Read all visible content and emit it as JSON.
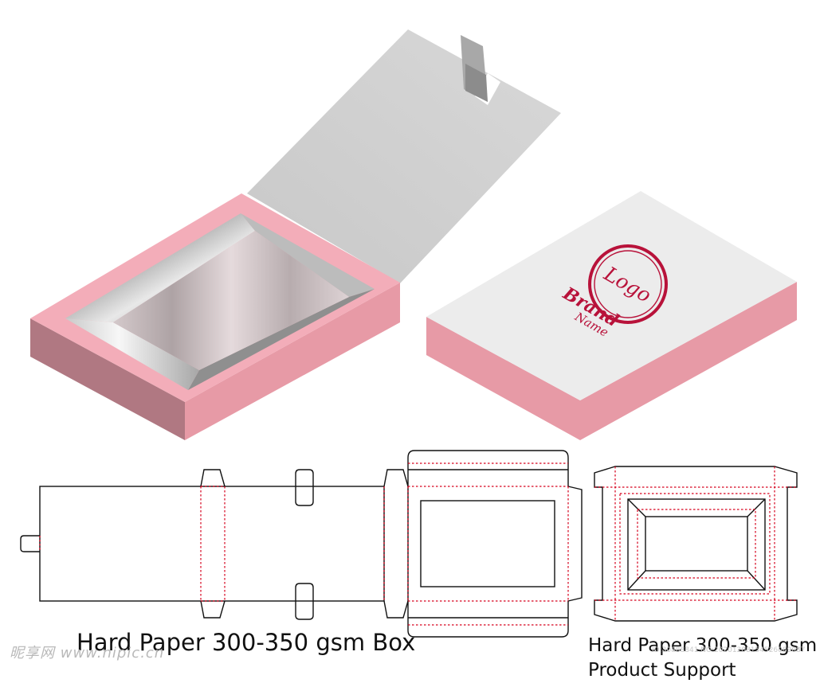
{
  "captions": {
    "box_dieline": "Hard Paper 300-350 gsm Box",
    "insert_line1": "Hard Paper 300-350 gsm",
    "insert_line2": "Product Support"
  },
  "lid_print": {
    "logo": "Logo",
    "brand_line1": "Brand",
    "brand_line2": "Name"
  },
  "watermark": {
    "left": "昵享网 www.nipic.cn",
    "right": "ID:30888841 NO:20201208154526089087"
  },
  "colors": {
    "pink_top": "#f3adb9",
    "pink_side": "#e79aa6",
    "pink_side_dark": "#b07882",
    "flap_grey": "#d0d0d0",
    "lid_top": "#ececec",
    "brand_red": "#b8123a",
    "cut_line": "#111111",
    "fold_line": "#d6001c"
  }
}
